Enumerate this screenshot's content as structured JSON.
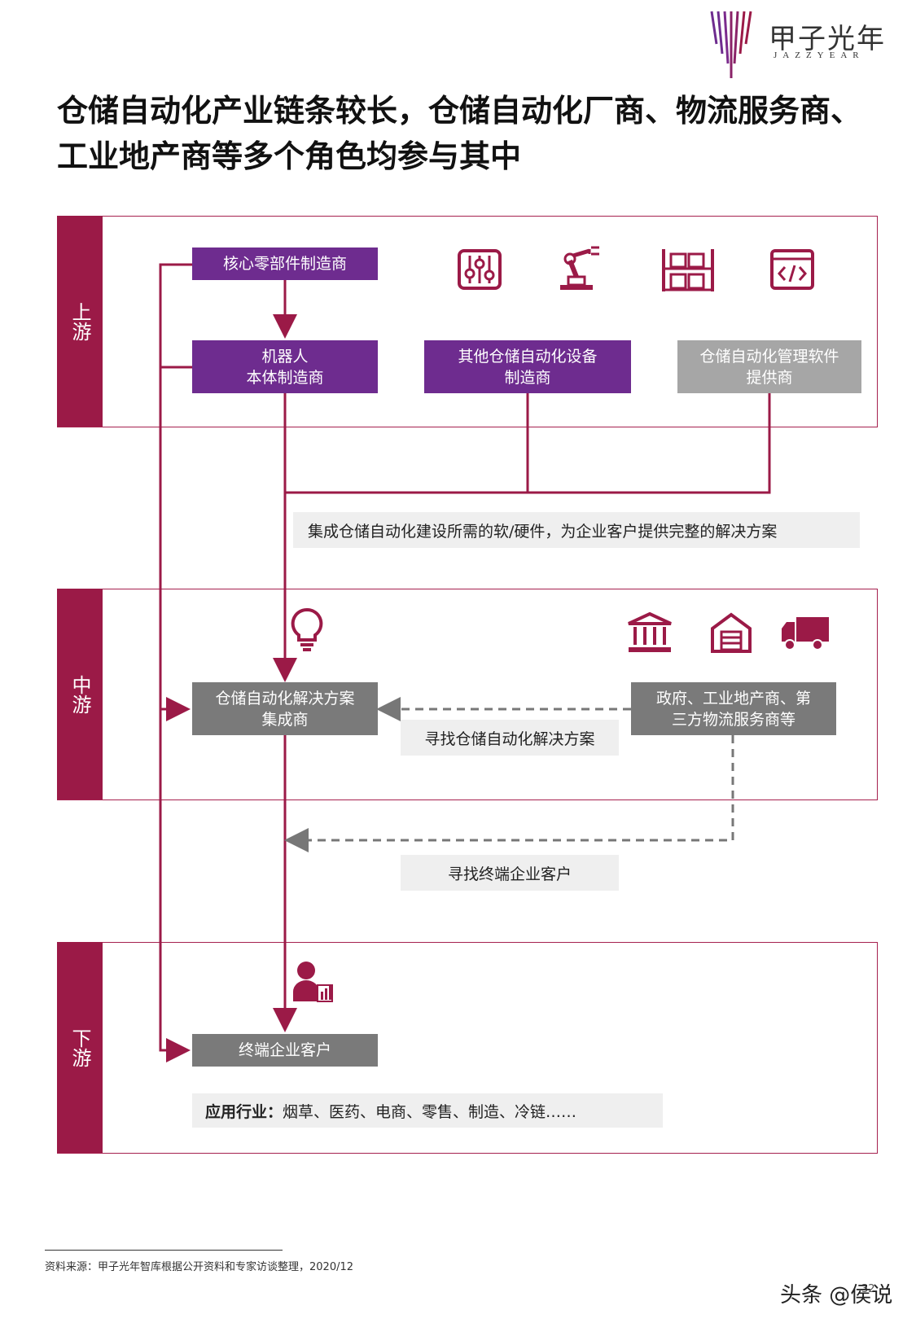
{
  "logo": {
    "name_cn": "甲子光年",
    "name_en": "JAZZYEAR",
    "colors": [
      "#6e2c8f",
      "#9b1a47"
    ]
  },
  "title": "仓储自动化产业链条较长，仓储自动化厂商、物流服务商、工业地产商等多个角色均参与其中",
  "sections": {
    "upstream": "上游",
    "midstream": "中游",
    "downstream": "下游"
  },
  "upstream": {
    "core_parts": "核心零部件制造商",
    "robot_body": [
      "机器人",
      "本体制造商"
    ],
    "other_equipment": [
      "其他仓储自动化设备",
      "制造商"
    ],
    "software": [
      "仓储自动化管理软件",
      "提供商"
    ],
    "icons": [
      "sliders-icon",
      "robot-arm-icon",
      "warehouse-shelf-icon",
      "code-icon"
    ]
  },
  "integration_note": "集成仓储自动化建设所需的软/硬件，为企业客户提供完整的解决方案",
  "midstream": {
    "integrator": [
      "仓储自动化解决方案",
      "集成商"
    ],
    "government": [
      "政府、工业地产商、第",
      "三方物流服务商等"
    ],
    "find_solution": "寻找仓储自动化解决方案",
    "find_customer": "寻找终端企业客户",
    "icons": [
      "lightbulb-icon",
      "bank-icon",
      "warehouse-icon",
      "truck-icon"
    ]
  },
  "downstream": {
    "end_customer": "终端企业客户",
    "industries_label": "应用行业：",
    "industries": "烟草、医药、电商、零售、制造、冷链……",
    "icons": [
      "business-person-icon"
    ]
  },
  "footer": {
    "source": "资料来源：甲子光年智库根据公开资料和专家访谈整理，2020/12",
    "page": "32",
    "credit": "头条 @侯说"
  },
  "colors": {
    "accent": "#9b1a47",
    "purple": "#6e2c8f",
    "grey": "#7a7a7a",
    "light_grey": "#a6a6a6",
    "note_bg": "#efefef"
  }
}
